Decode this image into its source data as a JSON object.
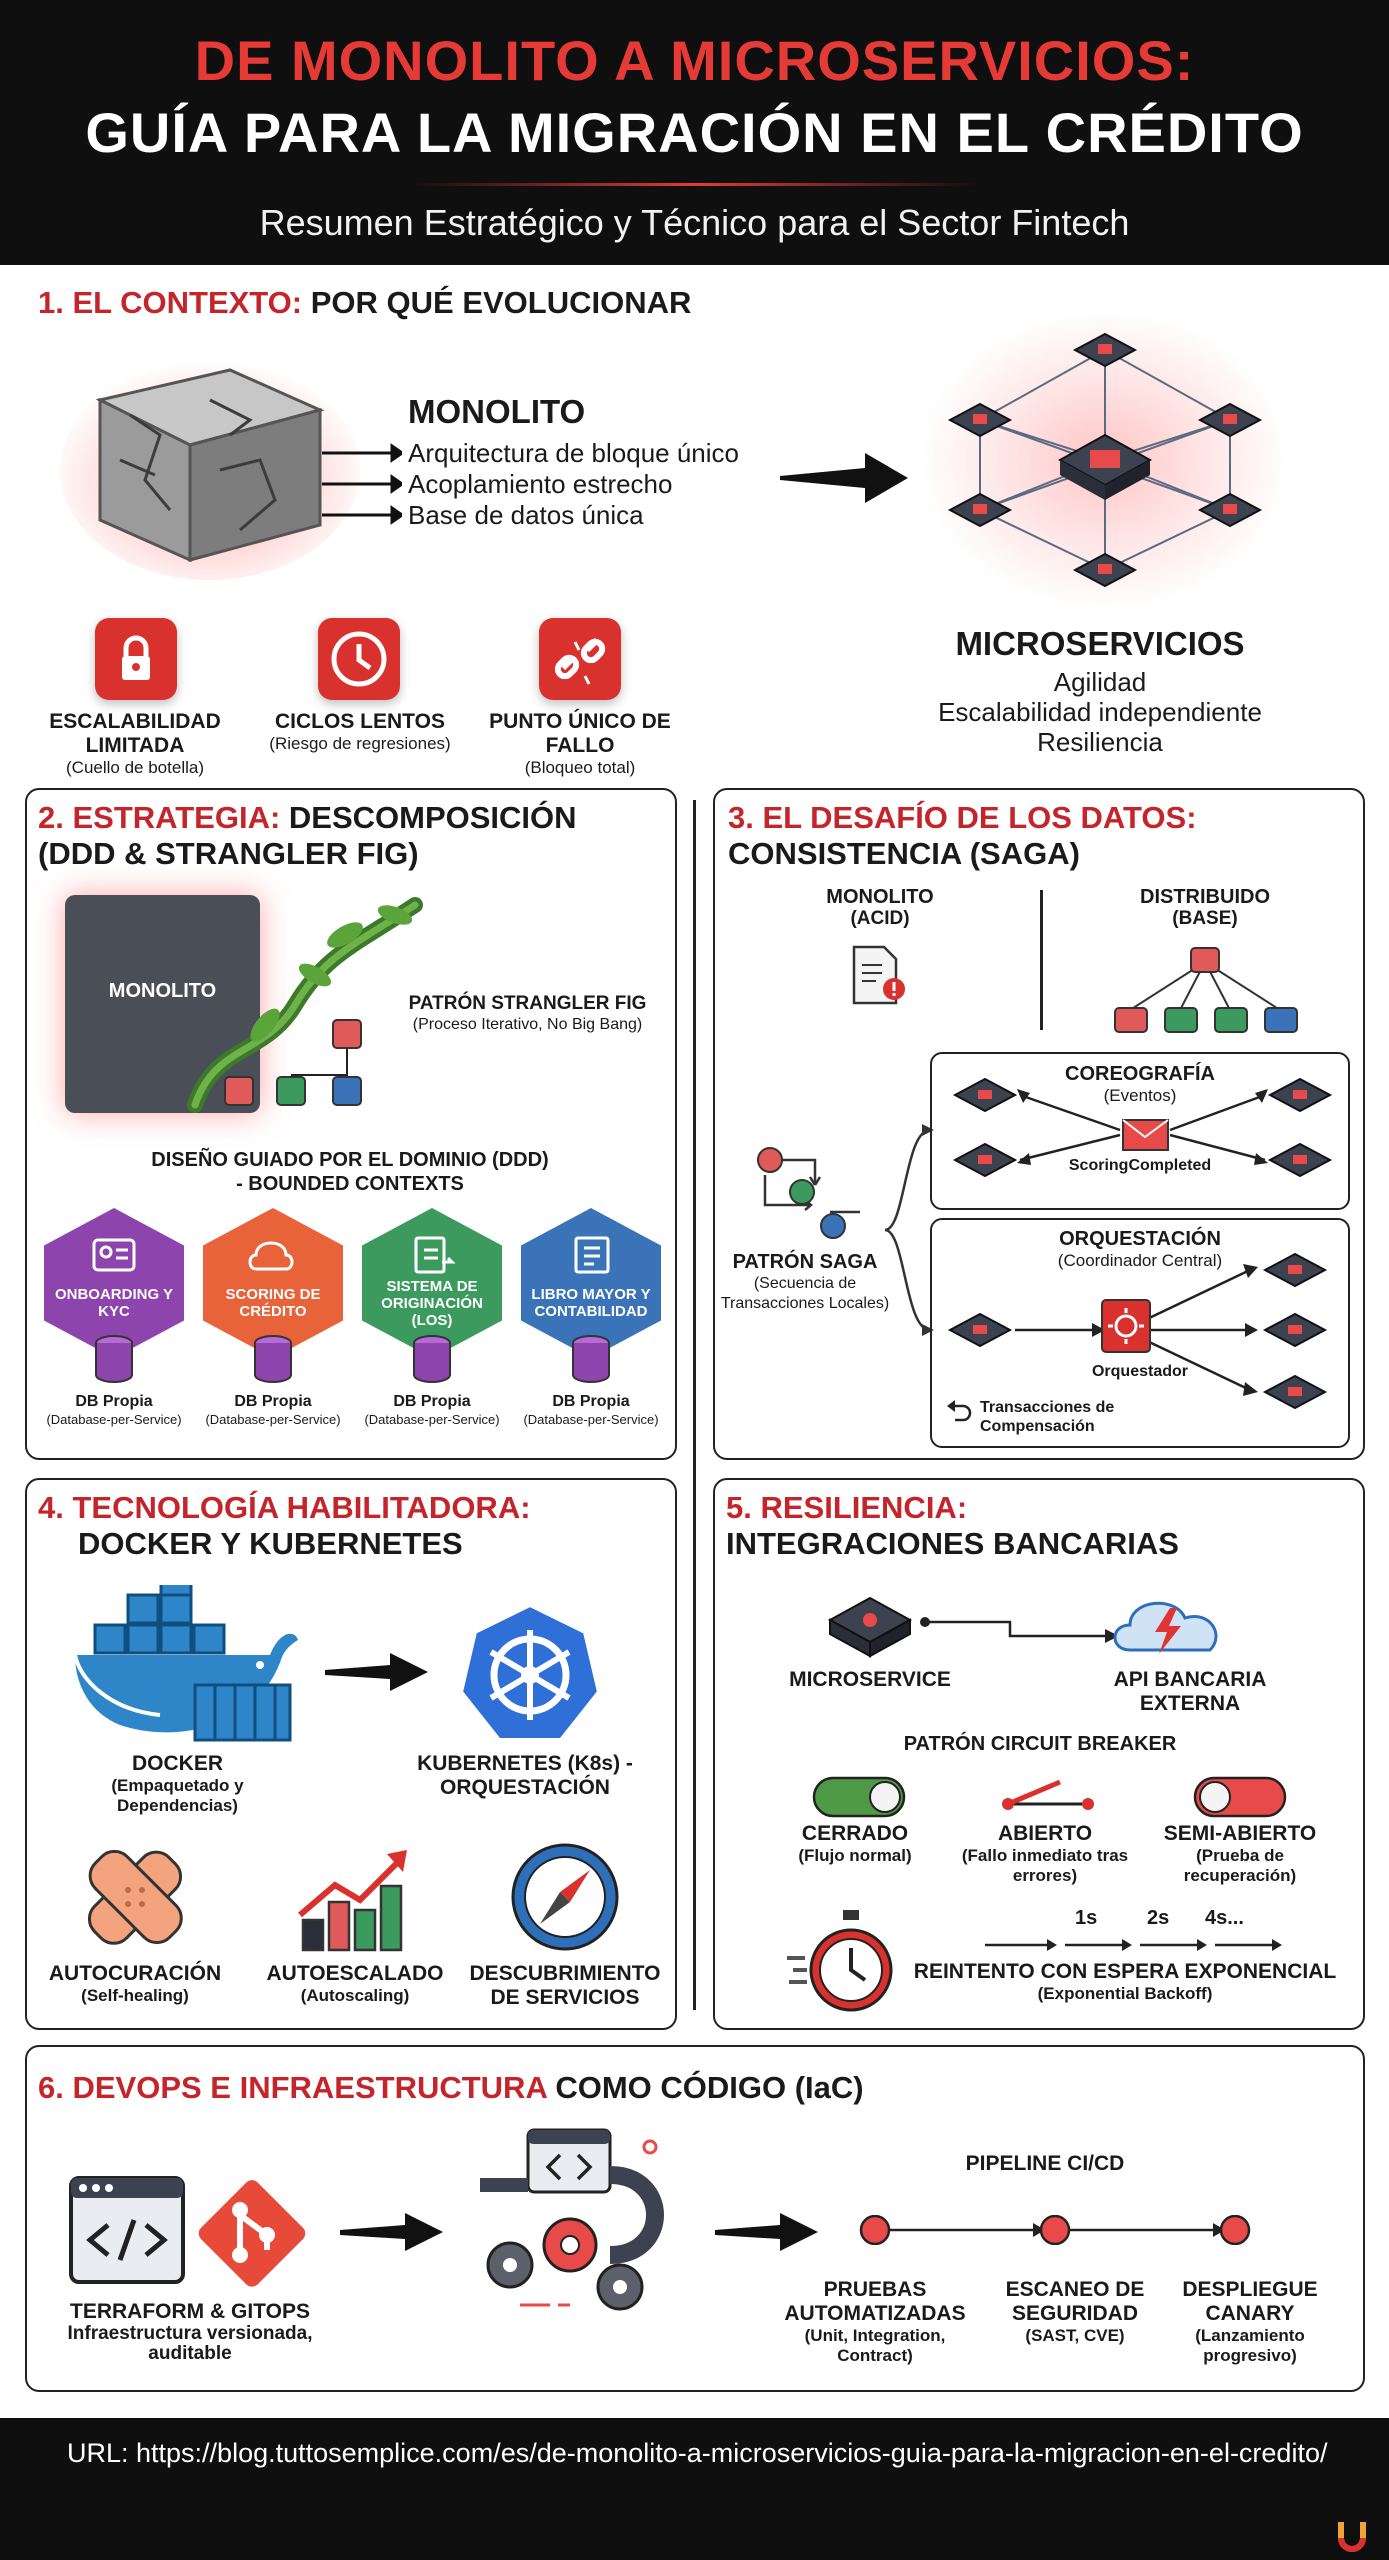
{
  "header": {
    "title_line1": "DE MONOLITO A MICROSERVICIOS:",
    "title_line2": "GUÍA PARA LA MIGRACIÓN EN EL CRÉDITO",
    "subtitle": "Resumen Estratégico y Técnico para el Sector Fintech"
  },
  "s1": {
    "title_red": "1. EL CONTEXTO:",
    "title_black": "POR QUÉ EVOLUCIONAR",
    "monolith_heading": "MONOLITO",
    "monolith_points": [
      "Arquitectura de bloque único",
      "Acoplamiento estrecho",
      "Base de datos única"
    ],
    "problems": [
      {
        "label": "ESCALABILIDAD LIMITADA",
        "note": "(Cuello de botella)",
        "icon": "lock-icon"
      },
      {
        "label": "CICLOS LENTOS",
        "note": "(Riesgo de regresiones)",
        "icon": "clock-icon"
      },
      {
        "label": "PUNTO ÚNICO DE FALLO",
        "note": "(Bloqueo total)",
        "icon": "broken-link-icon"
      }
    ],
    "micro_heading": "MICROSERVICIOS",
    "micro_points": [
      "Agilidad",
      "Escalabilidad independiente",
      "Resiliencia"
    ]
  },
  "s2": {
    "title_red": "2. ESTRATEGIA:",
    "title_black": "DESCOMPOSICIÓN",
    "title_line2": "(DDD & STRANGLER FIG)",
    "monolith_box": "MONOLITO",
    "strangler_label": "PATRÓN STRANGLER FIG",
    "strangler_note": "(Proceso Iterativo, No Big Bang)",
    "ddd_label": "DISEÑO GUIADO POR EL DOMINIO (DDD) - BOUNDED CONTEXTS",
    "contexts": [
      {
        "label": "ONBOARDING Y KYC",
        "color": "#8e44ad"
      },
      {
        "label": "SCORING DE CRÉDITO",
        "color": "#e8623a"
      },
      {
        "label": "SISTEMA DE ORIGINACIÓN (LOS)",
        "color": "#3c9a5f"
      },
      {
        "label": "LIBRO MAYOR Y CONTABILIDAD",
        "color": "#3b73b9"
      }
    ],
    "db_label": "DB Propia",
    "db_note": "(Database-per-Service)"
  },
  "s3": {
    "title_red": "3. EL DESAFÍO DE LOS DATOS:",
    "title_line2": "CONSISTENCIA (SAGA)",
    "monolith_label": "MONOLITO",
    "monolith_note": "(ACID)",
    "distributed_label": "DISTRIBUIDO",
    "distributed_note": "(BASE)",
    "saga_label": "PATRÓN SAGA",
    "saga_note": "(Secuencia de Transacciones Locales)",
    "choreo_label": "COREOGRAFÍA",
    "choreo_note": "(Eventos)",
    "choreo_event": "ScoringCompleted",
    "orch_label": "ORQUESTACIÓN",
    "orch_note": "(Coordinador Central)",
    "orchestrator": "Orquestador",
    "compensation": "Transacciones de Compensación"
  },
  "s4": {
    "title_red": "4. TECNOLOGÍA HABILITADORA:",
    "title_line2": "DOCKER Y KUBERNETES",
    "docker_label": "DOCKER",
    "docker_note": "(Empaquetado y Dependencias)",
    "k8s_label": "KUBERNETES (K8s) - ORQUESTACIÓN",
    "features": [
      {
        "label": "AUTOCURACIÓN",
        "note": "(Self-healing)",
        "icon": "bandage-icon"
      },
      {
        "label": "AUTOESCALADO",
        "note": "(Autoscaling)",
        "icon": "growth-chart-icon"
      },
      {
        "label": "DESCUBRIMIENTO DE SERVICIOS",
        "note": "",
        "icon": "compass-icon"
      }
    ]
  },
  "s5": {
    "title_red": "5. RESILIENCIA:",
    "title_line2": "INTEGRACIONES BANCARIAS",
    "microservice": "MICROSERVICE",
    "api_label": "API BANCARIA EXTERNA",
    "cb_label": "PATRÓN CIRCUIT BREAKER",
    "states": [
      {
        "label": "CERRADO",
        "note": "(Flujo normal)"
      },
      {
        "label": "ABIERTO",
        "note": "(Fallo inmediato tras errores)"
      },
      {
        "label": "SEMI-ABIERTO",
        "note": "(Prueba de recuperación)"
      }
    ],
    "backoff_steps": [
      "1s",
      "2s",
      "4s..."
    ],
    "retry_label": "REINTENTO CON ESPERA EXPONENCIAL",
    "retry_note": "(Exponential Backoff)"
  },
  "s6": {
    "title_red": "6. DEVOPS E INFRAESTRUCTURA",
    "title_black": "COMO CÓDIGO (IaC)",
    "terraform_label": "TERRAFORM & GITOPS",
    "terraform_note": "Infraestructura versionada, auditable",
    "pipeline_label": "PIPELINE CI/CD",
    "stages": [
      {
        "label": "PRUEBAS AUTOMATIZADAS",
        "note": "(Unit, Integration, Contract)"
      },
      {
        "label": "ESCANEO DE SEGURIDAD",
        "note": "(SAST, CVE)"
      },
      {
        "label": "DESPLIEGUE CANARY",
        "note": "(Lanzamiento progresivo)"
      }
    ]
  },
  "footer": {
    "url": "URL: https://blog.tuttosemplice.com/es/de-monolito-a-microservicios-guia-para-la-migracion-en-el-credito/"
  },
  "colors": {
    "accent": "#d9312d",
    "dark": "#0f0f10"
  }
}
